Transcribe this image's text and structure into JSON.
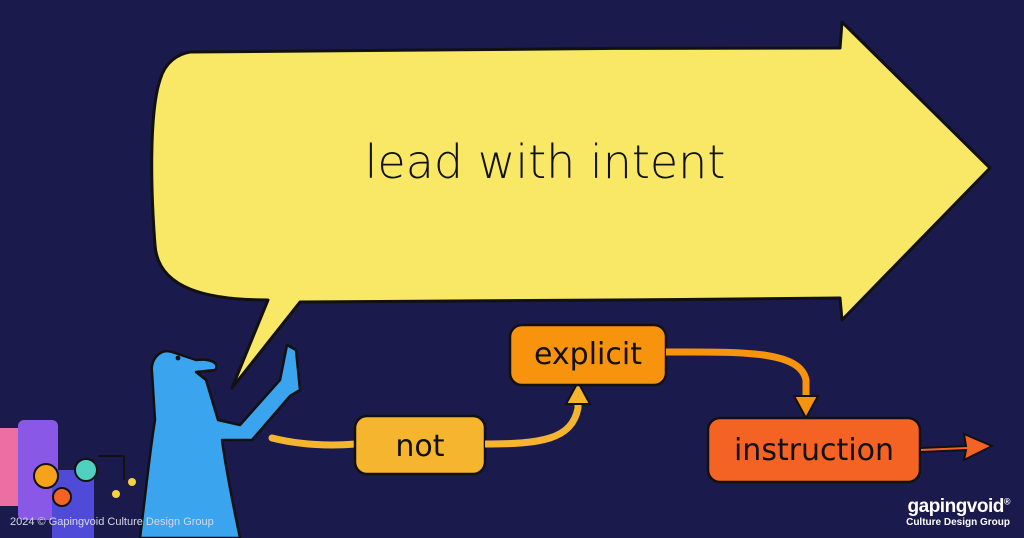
{
  "headline": "lead with intent",
  "flow": {
    "not_label": "not",
    "explicit_label": "explicit",
    "instruction_label": "instruction"
  },
  "brand": {
    "name": "gapingvoid",
    "reg_mark": "®",
    "tagline": "Culture Design Group"
  },
  "copyright": "2024 © Gapingvoid Culture Design Group",
  "colors": {
    "background": "#1b1a4d",
    "speech_arrow": "#f8e866",
    "not_box": "#f6b52e",
    "explicit_box": "#f7930d",
    "instruction_box": "#f46323",
    "character": "#3aa4ef"
  }
}
